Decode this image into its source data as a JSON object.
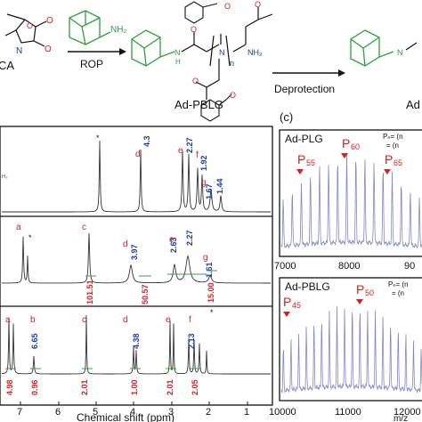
{
  "scheme": {
    "left_label": "CA",
    "amine_label": "NH₂",
    "rop_label": "ROP",
    "deprotection_label": "Deprotection",
    "n_label": "n",
    "nh2_label": "NH₂",
    "h_label": "H",
    "product_label": "Ad-PBLG",
    "right_label": "Ad"
  },
  "nmr": {
    "xlabel": "Chemical shift (ppm)",
    "xticks": [
      "7",
      "6",
      "5",
      "4",
      "3",
      "2",
      "1"
    ],
    "top_panel": {
      "peak_labels": [
        "*",
        "d",
        "4.3",
        "e",
        "2.27",
        "f",
        "1.92",
        "g",
        "1.67",
        "1.44"
      ],
      "side_text": "H₂"
    },
    "middle_panel": {
      "peak_labels": [
        "a",
        "*",
        "c",
        "3.97",
        "d",
        "2.63",
        "e",
        "2.27",
        "1.61",
        "g"
      ],
      "integrals": [
        "101.51",
        "50.57",
        "15.00"
      ]
    },
    "bottom_panel": {
      "peak_labels": [
        "a",
        "b",
        "6.65",
        "c",
        "d",
        "4.38",
        "e",
        "f",
        "2.13",
        "*"
      ],
      "integrals": [
        "4.98",
        "0.96",
        "2.01",
        "1.00",
        "2.01",
        "2.05"
      ]
    }
  },
  "maldi": {
    "panel_label": "(c)",
    "top": {
      "title": "Ad-PLG",
      "peaks": [
        "P",
        "55",
        "P",
        "60",
        "P",
        "65"
      ],
      "formula": [
        "Pₙ= (n",
        "= (n"
      ],
      "xticks": [
        "7000",
        "8000",
        "90"
      ]
    },
    "bottom": {
      "title": "Ad-PBLG",
      "peaks": [
        "P",
        "45",
        "P",
        "50"
      ],
      "formula": [
        "Pₙ= (n",
        "= (n"
      ],
      "xticks": [
        "10000",
        "11000",
        "12000"
      ],
      "xlabel": "m/z"
    }
  },
  "colors": {
    "green": "#2e9e3a",
    "red": "#d42020",
    "blue": "#1a3ca8",
    "spectrum": "#8088c8",
    "black": "#111111"
  }
}
